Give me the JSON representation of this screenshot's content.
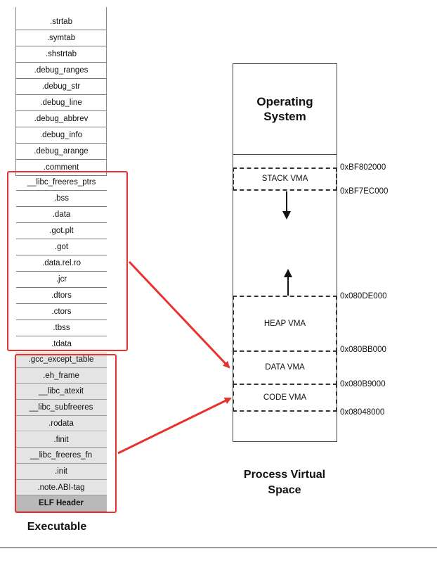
{
  "executable": {
    "label": "Executable",
    "sections_top": [
      ".strtab",
      ".symtab",
      ".shstrtab",
      ".debug_ranges",
      ".debug_str",
      ".debug_line",
      ".debug_abbrev",
      ".debug_info",
      ".debug_arange",
      ".comment"
    ],
    "sections_data": [
      "__libc_freeres_ptrs",
      ".bss",
      ".data",
      ".got.plt",
      ".got",
      ".data.rel.ro",
      ".jcr",
      ".dtors",
      ".ctors",
      ".tbss",
      ".tdata"
    ],
    "sections_code": [
      ".gcc_except_table",
      ".eh_frame",
      "__libc_atexit",
      "__libc_subfreeres",
      ".rodata",
      ".finit",
      "__libc_freeres_fn",
      ".init",
      ".note.ABI-tag",
      "ELF Header"
    ]
  },
  "process_space": {
    "label_line1": "Process Virtual",
    "label_line2": "Space",
    "os_line1": "Operating",
    "os_line2": "System",
    "stack_vma": "STACK VMA",
    "heap_vma": "HEAP VMA",
    "data_vma": "DATA VMA",
    "code_vma": "CODE VMA"
  },
  "addresses": [
    "0xBF802000",
    "0xBF7EC000",
    "0x080DE000",
    "0x080BB000",
    "0x080B9000",
    "0x08048000"
  ],
  "colors": {
    "highlight": "#e8322d"
  }
}
